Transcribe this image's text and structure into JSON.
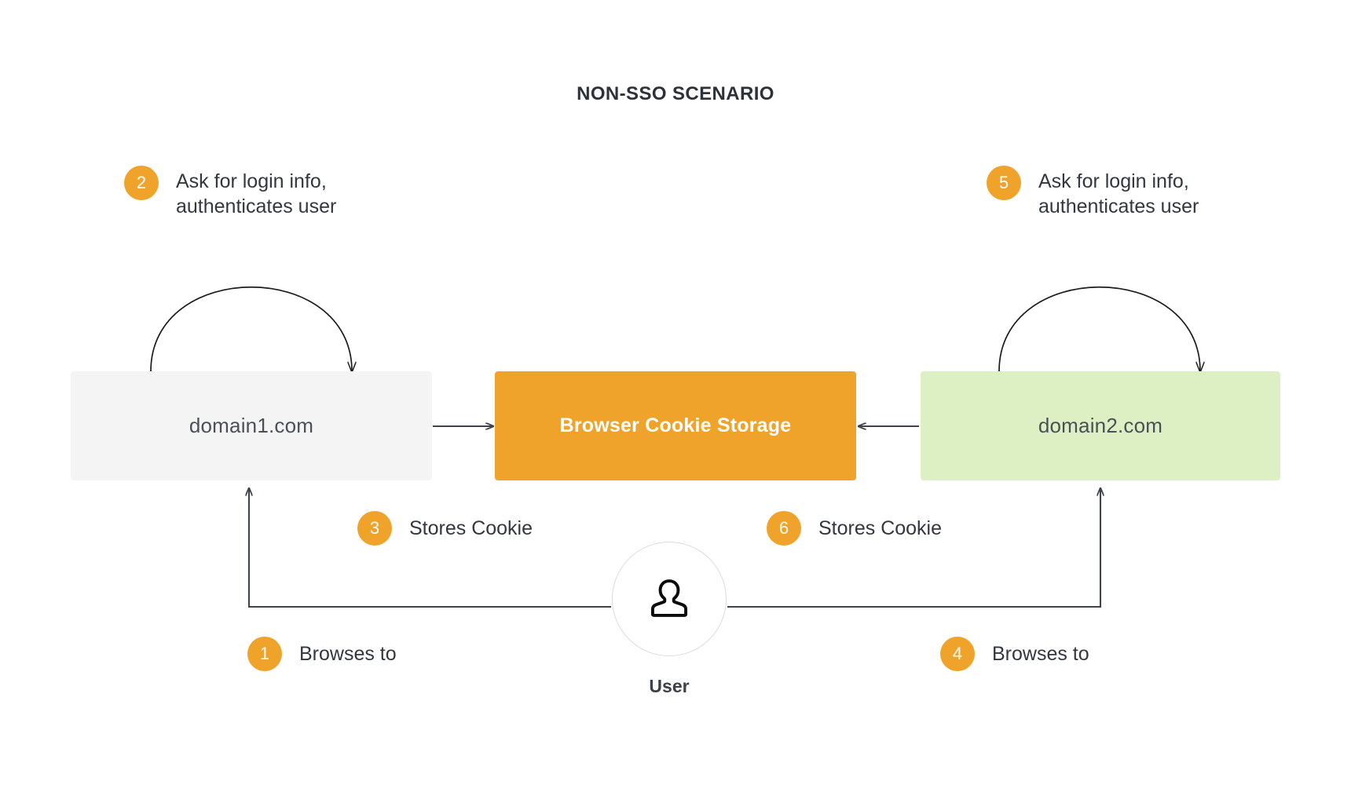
{
  "page": {
    "title": "NON-SSO SCENARIO",
    "background": "#ffffff"
  },
  "colors": {
    "accent_orange": "#f0a32b",
    "box_gray": "#f4f4f4",
    "box_green": "#dcf0c4",
    "text_dark": "#33373f",
    "text_muted": "#4a4f58",
    "arrow": "#3f434b"
  },
  "nodes": {
    "domain1": {
      "label": "domain1.com",
      "fill": "#f4f4f4"
    },
    "cookie_storage": {
      "label": "Browser Cookie Storage",
      "fill": "#f0a32b"
    },
    "domain2": {
      "label": "domain2.com",
      "fill": "#dcf0c4"
    },
    "user": {
      "label": "User",
      "icon": "user-person-icon"
    }
  },
  "steps": [
    {
      "number": "1",
      "text": "Browses to"
    },
    {
      "number": "2",
      "text": "Ask for login info,\nauthenticates user"
    },
    {
      "number": "3",
      "text": "Stores Cookie"
    },
    {
      "number": "4",
      "text": "Browses to"
    },
    {
      "number": "5",
      "text": "Ask for login info,\nauthenticates user"
    },
    {
      "number": "6",
      "text": "Stores Cookie"
    }
  ]
}
